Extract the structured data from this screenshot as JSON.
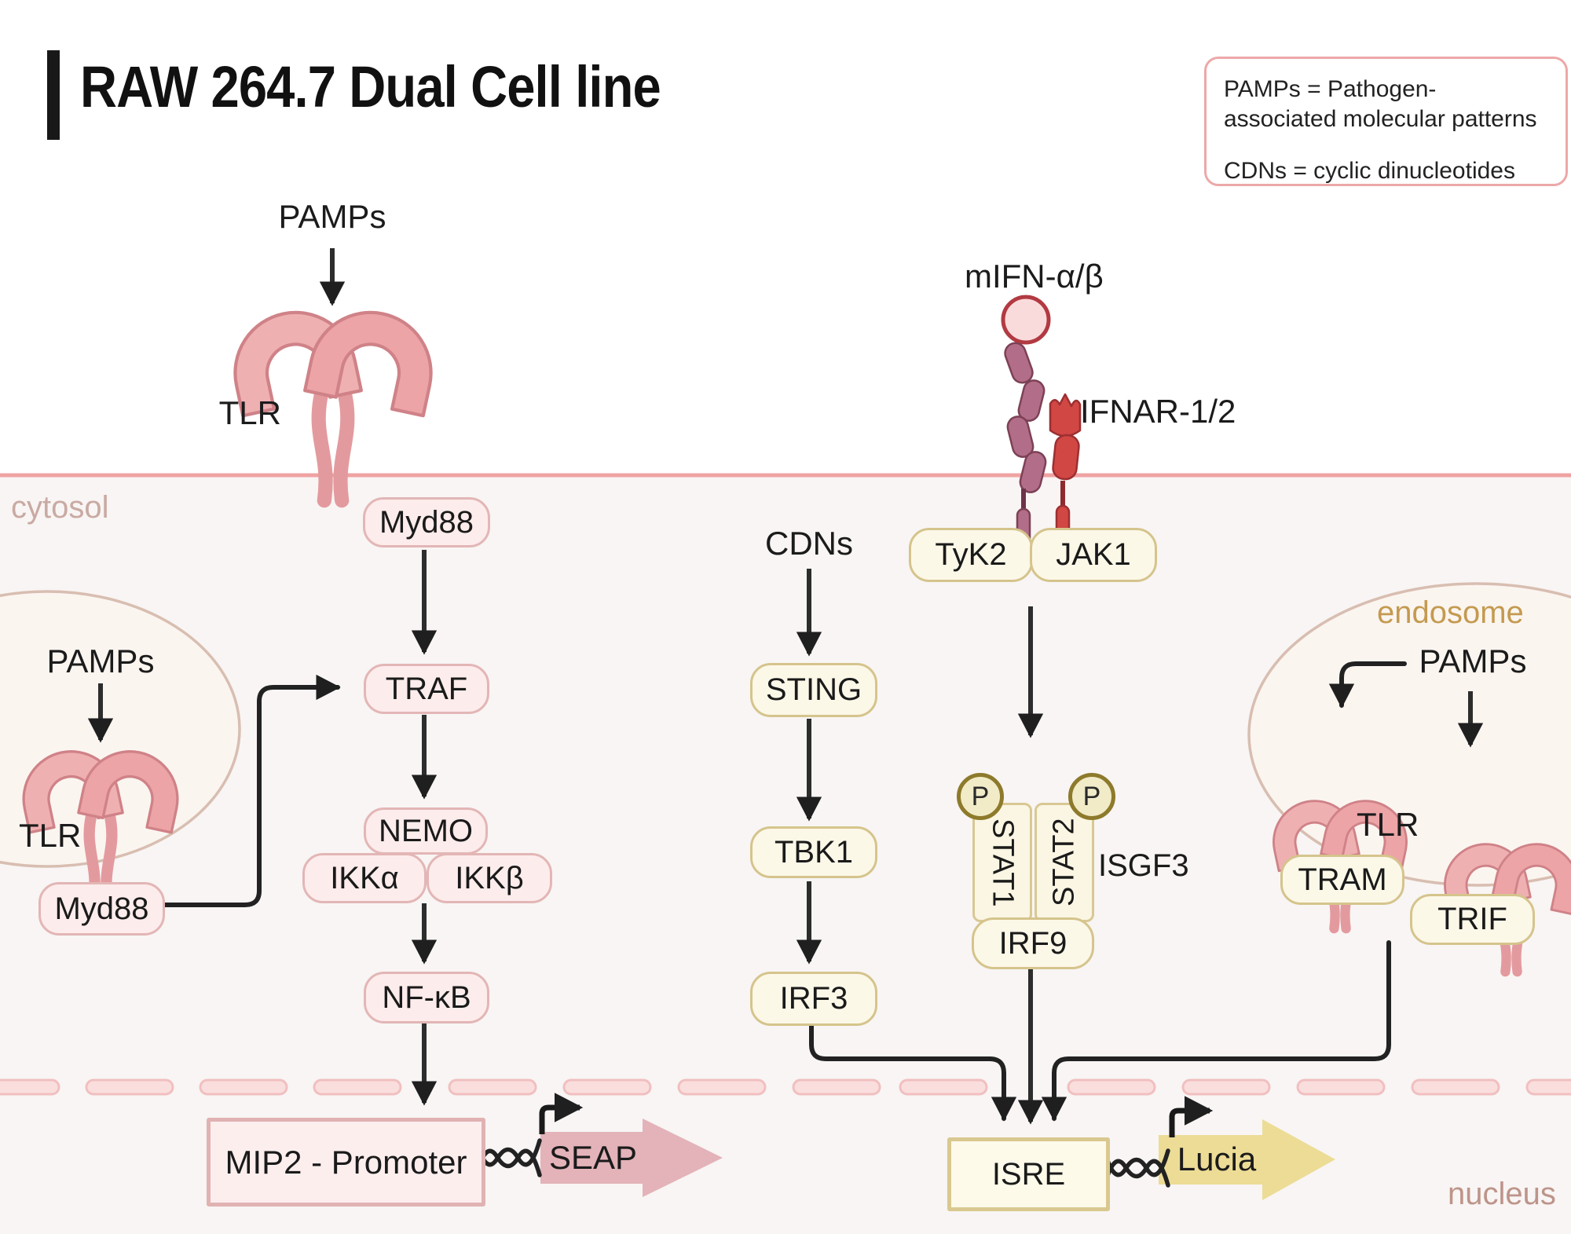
{
  "title": "RAW 264.7 Dual Cell line",
  "legend": {
    "pamps_def_line1": "PAMPs = Pathogen-",
    "pamps_def_line2": "associated molecular patterns",
    "cdns_def": "CDNs = cyclic dinucleotides"
  },
  "compartments": {
    "cytosol": "cytosol",
    "endosome": "endosome",
    "nucleus": "nucleus"
  },
  "tlr_surface": {
    "pamps": "PAMPs",
    "tlr": "TLR",
    "myd88": "Myd88"
  },
  "tlr_cytosolic": {
    "pamps": "PAMPs",
    "tlr": "TLR",
    "myd88": "Myd88"
  },
  "nfkb_cascade": {
    "traf": "TRAF",
    "nemo": "NEMO",
    "ikka": "IKKα",
    "ikkb": "IKKβ",
    "nfkb": "NF-κB"
  },
  "sting_pathway": {
    "cdns": "CDNs",
    "sting": "STING",
    "tbk1": "TBK1",
    "irf3": "IRF3"
  },
  "ifn_pathway": {
    "ligand": "mIFN-α/β",
    "receptor": "IFNAR-1/2",
    "tyk2": "TyK2",
    "jak1": "JAK1",
    "phospho": "P",
    "stat1": "STAT1",
    "stat2": "STAT2",
    "complex": "ISGF3",
    "irf9": "IRF9"
  },
  "endosome_tlr": {
    "pamps": "PAMPs",
    "tlr": "TLR",
    "tram": "TRAM",
    "trif": "TRIF"
  },
  "nfkb_reporter": {
    "promoter": "MIP2 - Promoter",
    "gene": "SEAP"
  },
  "irf_reporter": {
    "promoter": "ISRE",
    "gene": "Lucia"
  },
  "colors": {
    "membrane": "#efa2a2",
    "cytosol_bg": "#f8f5f4",
    "pink_box_border": "#e3b6b6",
    "pink_box_fill": "#fdecec",
    "cream_box_border": "#d5c48c",
    "cream_box_fill": "#fcf8e8",
    "seap_arrow": "#e3b3b9",
    "lucia_arrow": "#ecdc96",
    "tlr_receptor": "#efb0b2",
    "ifnar_mauve": "#b26e88",
    "ifnar_red": "#d14743"
  }
}
